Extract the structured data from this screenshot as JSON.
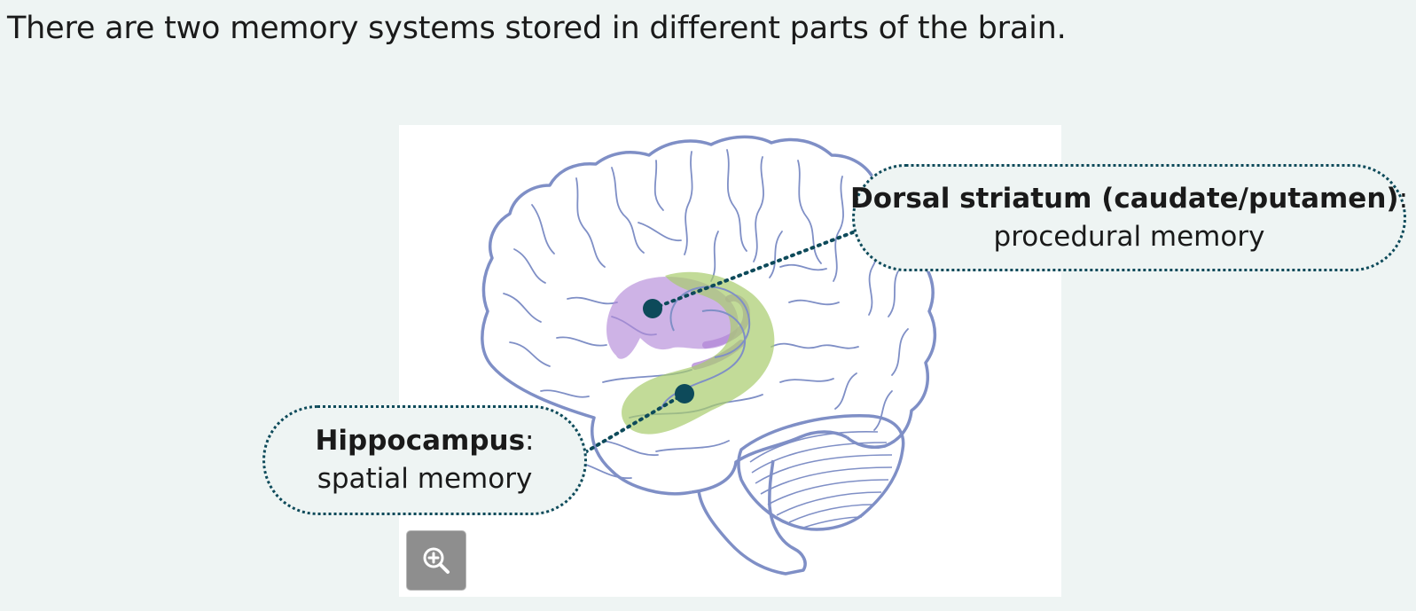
{
  "intro_text": "There are two memory systems stored in different parts of the brain.",
  "callouts": {
    "dorsal_striatum": {
      "name": "Dorsal striatum (caudate/putamen)",
      "colon": ":",
      "description": "procedural memory"
    },
    "hippocampus": {
      "name": "Hippocampus",
      "colon": ":",
      "description": "spatial memory"
    }
  },
  "zoom_button": {
    "icon": "zoom-in-icon"
  },
  "colors": {
    "background": "#eef4f3",
    "outline": "#7f8fc6",
    "striatum_fill": "#b48ad8",
    "hippocampus_fill": "#b0d27a",
    "marker": "#0d4a5a"
  }
}
